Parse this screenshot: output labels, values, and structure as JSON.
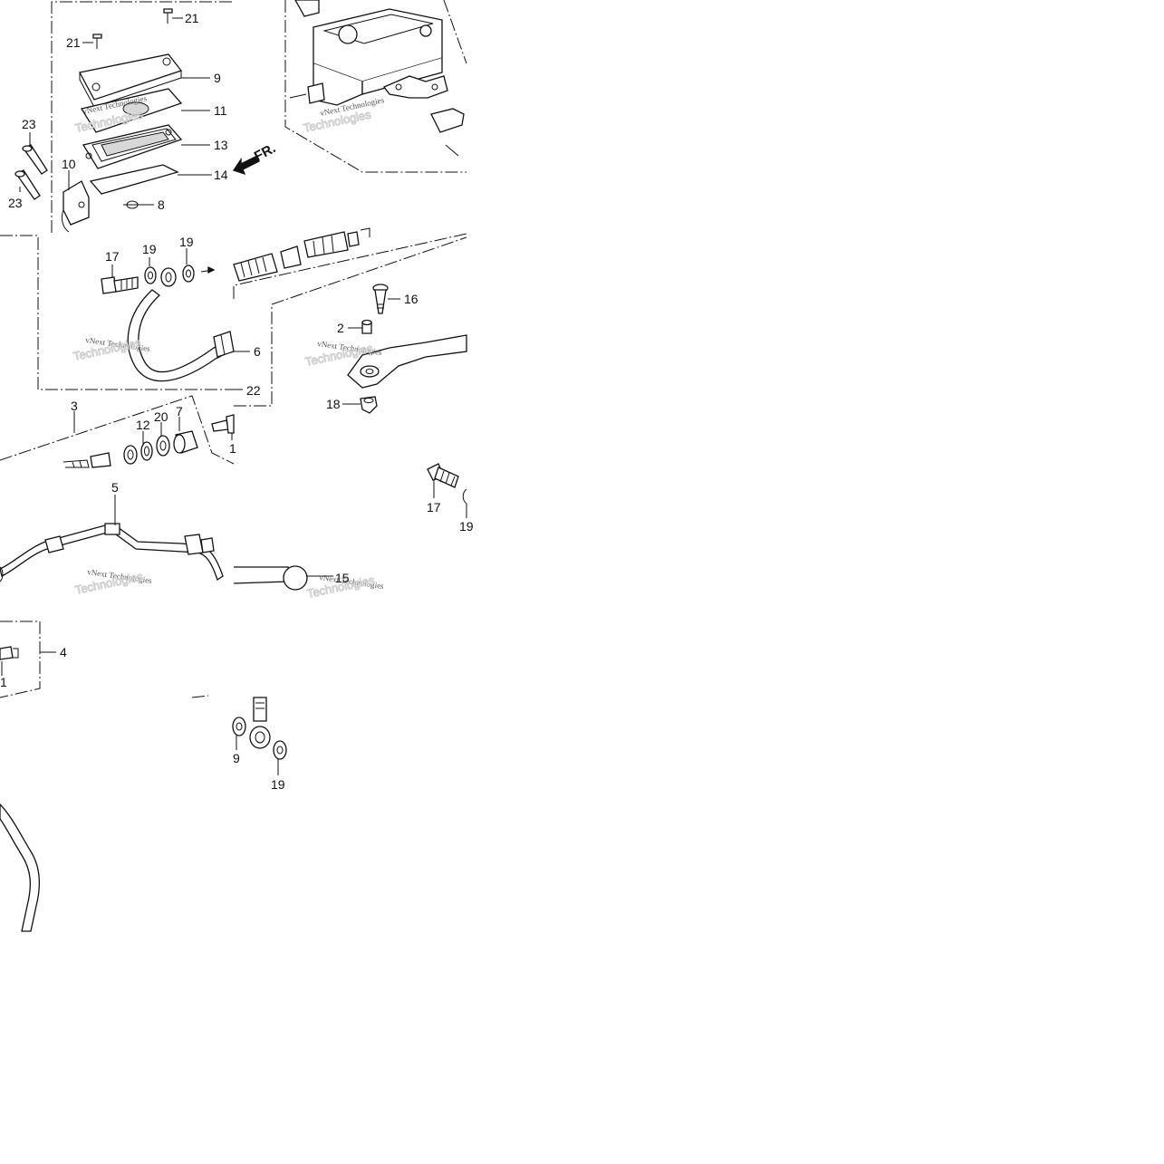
{
  "diagram": {
    "direction_indicator": "FR.",
    "watermark": {
      "line1": "vNext Technologies",
      "line2": "Technologies"
    },
    "callouts": [
      {
        "id": "c-21-top",
        "label": "21"
      },
      {
        "id": "c-21-left",
        "label": "21"
      },
      {
        "id": "c-9-cap",
        "label": "9"
      },
      {
        "id": "c-11",
        "label": "11"
      },
      {
        "id": "c-13",
        "label": "13"
      },
      {
        "id": "c-14",
        "label": "14"
      },
      {
        "id": "c-8",
        "label": "8"
      },
      {
        "id": "c-23-a",
        "label": "23"
      },
      {
        "id": "c-23-b",
        "label": "23"
      },
      {
        "id": "c-10",
        "label": "10"
      },
      {
        "id": "c-17-a",
        "label": "17"
      },
      {
        "id": "c-19-a",
        "label": "19"
      },
      {
        "id": "c-19-b",
        "label": "19"
      },
      {
        "id": "c-6",
        "label": "6"
      },
      {
        "id": "c-22",
        "label": "22"
      },
      {
        "id": "c-16",
        "label": "16"
      },
      {
        "id": "c-2",
        "label": "2"
      },
      {
        "id": "c-18",
        "label": "18"
      },
      {
        "id": "c-3",
        "label": "3"
      },
      {
        "id": "c-12",
        "label": "12"
      },
      {
        "id": "c-20",
        "label": "20"
      },
      {
        "id": "c-7",
        "label": "7"
      },
      {
        "id": "c-1-a",
        "label": "1"
      },
      {
        "id": "c-5",
        "label": "5"
      },
      {
        "id": "c-17-b",
        "label": "17"
      },
      {
        "id": "c-19-c",
        "label": "19"
      },
      {
        "id": "c-15",
        "label": "15"
      },
      {
        "id": "c-4",
        "label": "4"
      },
      {
        "id": "c-1-b",
        "label": "1"
      },
      {
        "id": "c-9-washer",
        "label": "9"
      },
      {
        "id": "c-19-d",
        "label": "19"
      }
    ]
  }
}
